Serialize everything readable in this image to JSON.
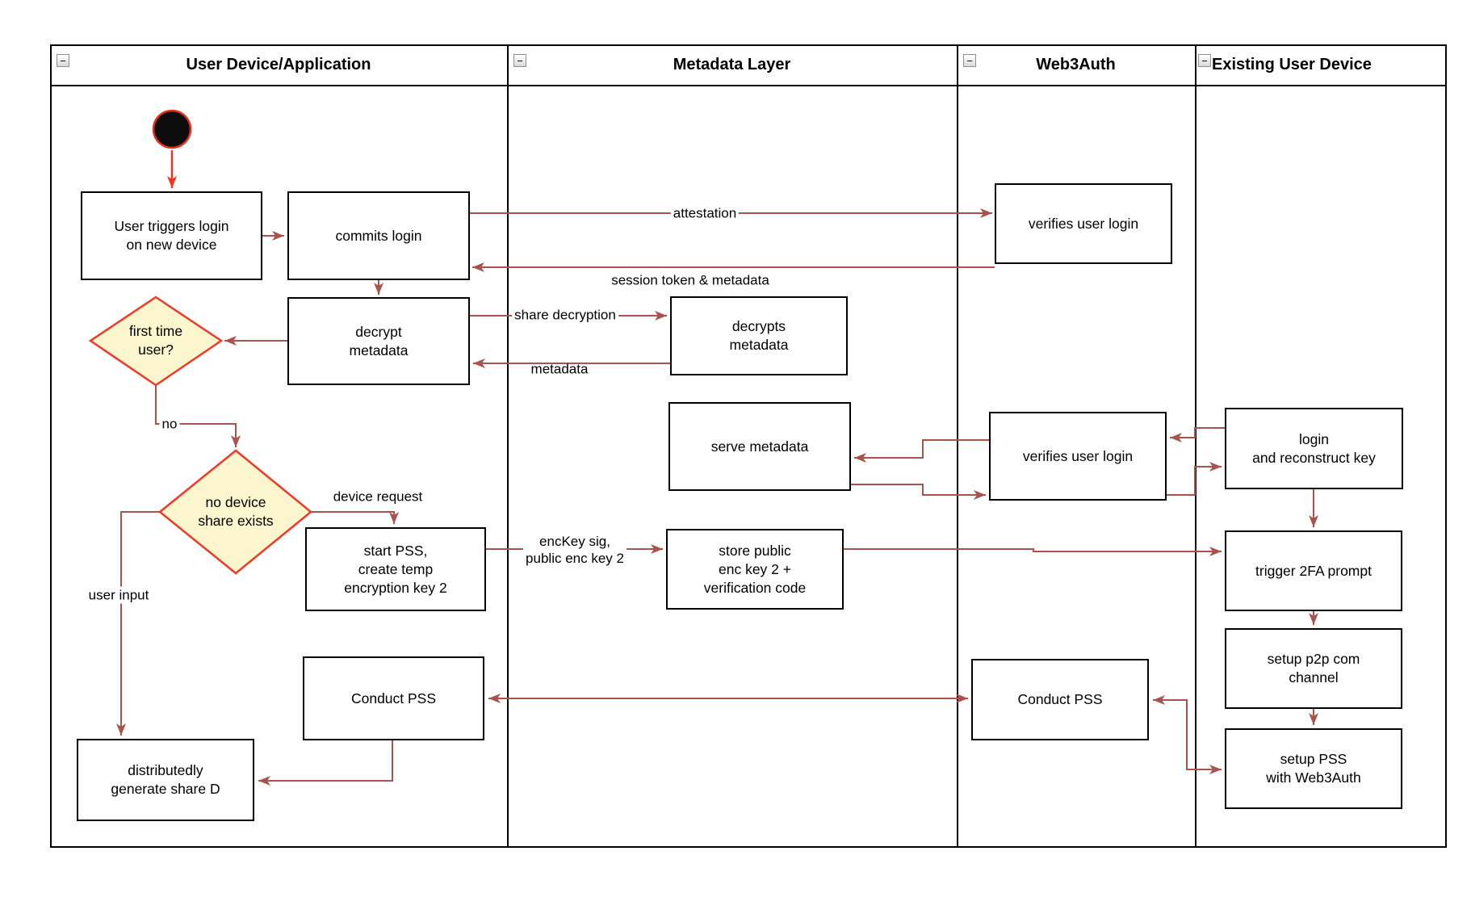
{
  "lanes": [
    {
      "title": "User Device/Application"
    },
    {
      "title": "Metadata Layer"
    },
    {
      "title": "Web3Auth"
    },
    {
      "title": "Existing User Device"
    }
  ],
  "icons": {
    "collapse": "−"
  },
  "nodes": {
    "user_triggers": "User triggers login\non new device",
    "commits_login": "commits login",
    "decrypt_metadata": "decrypt\nmetadata",
    "first_time": "first time\nuser?",
    "no_device": "no device\nshare exists",
    "start_pss": "start PSS,\ncreate temp\nencryption key 2",
    "conduct_pss_app": "Conduct PSS",
    "dist_generate": "distributedly\ngenerate share D",
    "decrypts_metadata": "decrypts\nmetadata",
    "serve_metadata": "serve metadata",
    "store_public": "store public\nenc key 2 +\nverification code",
    "verifies_top": "verifies user login",
    "verifies_mid": "verifies user login",
    "conduct_pss_w3a": "Conduct PSS",
    "login_reconstruct": "login\nand reconstruct key",
    "trigger_2fa": "trigger 2FA prompt",
    "setup_p2p": "setup p2p com\nchannel",
    "setup_pss": "setup PSS\nwith Web3Auth"
  },
  "edge_labels": {
    "attestation": "attestation",
    "session": "session token & metadata",
    "share_decryption": "share decryption",
    "metadata": "metadata",
    "no": "no",
    "device_request": "device request",
    "enckey": "encKey sig,\npublic enc key 2",
    "user_input": "user input"
  },
  "colors": {
    "edge": "#a8534e",
    "start_arrow": "#f23220",
    "diamond_fill": "#fbf6ce",
    "diamond_border": "#ee3b28",
    "node_border": "#000000",
    "lane_border": "#000000",
    "start_node_fill": "#0d0d0d",
    "start_node_border": "#e8301f"
  }
}
